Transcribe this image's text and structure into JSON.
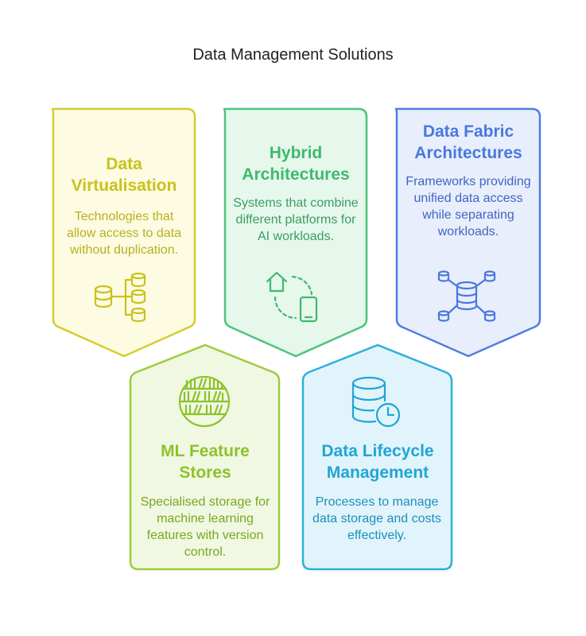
{
  "title": "Data Management Solutions",
  "cards": [
    {
      "title": "Data Virtualisation",
      "description": "Technologies that allow access to data without duplication.",
      "icon": "database-network-icon",
      "color": "#d4cd2e",
      "fill": "#fdfbe2",
      "text_color": "#c9c21c"
    },
    {
      "title": "Hybrid Architectures",
      "description": "Systems that combine different platforms for AI workloads.",
      "icon": "home-to-phone-sync-icon",
      "color": "#4cc47c",
      "fill": "#e6f7ec",
      "text_color": "#3fb96d"
    },
    {
      "title": "Data Fabric Architectures",
      "description": "Frameworks providing unified data access while separating workloads.",
      "icon": "database-hub-icon",
      "color": "#4f7ee0",
      "fill": "#e8eefb",
      "text_color": "#4a78df"
    },
    {
      "title": "ML Feature Stores",
      "description": "Specialised storage for machine learning features with version control.",
      "icon": "bookshelf-icon",
      "color": "#9bcc3a",
      "fill": "#f1f8e2",
      "text_color": "#8cc22b"
    },
    {
      "title": "Data Lifecycle Management",
      "description": "Processes to manage data storage and costs effectively.",
      "icon": "database-clock-icon",
      "color": "#2bb0dc",
      "fill": "#e2f4fb",
      "text_color": "#1fa5d6"
    }
  ]
}
